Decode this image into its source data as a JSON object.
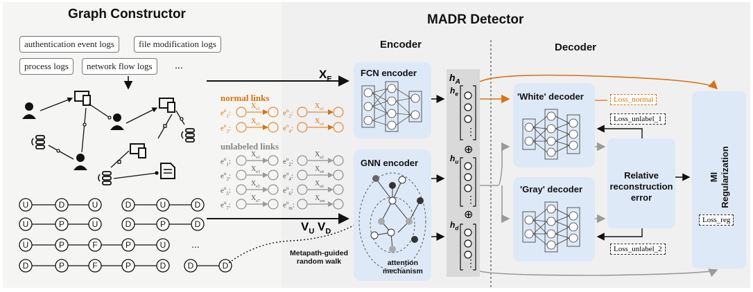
{
  "left": {
    "title": "Graph Constructor",
    "logs": [
      "authentication event logs",
      "file modification logs",
      "process logs",
      "network flow logs"
    ],
    "ellipsis": "...",
    "metapaths": [
      [
        "U",
        "D",
        "U"
      ],
      [
        "D",
        "U",
        "D"
      ],
      [
        "U",
        "P",
        "U"
      ],
      [
        "D",
        "P",
        "D"
      ],
      [
        "U",
        "P",
        "F",
        "P",
        "U"
      ],
      [
        "D",
        "P",
        "F",
        "P",
        "D"
      ],
      [
        "D",
        "D"
      ]
    ],
    "row_ellipsis": "..."
  },
  "right": {
    "title": "MADR Detector",
    "encoder_title": "Encoder",
    "decoder_title": "Decoder",
    "fcn_label": "FCN encoder",
    "gnn_label": "GNN encoder",
    "attention_label": "attention\nmechanism",
    "metapath_label": "Metapath-guided\nrandom walk",
    "xe_label": "X",
    "xe_sub": "E",
    "vu_label": "V",
    "vu_sub": "U",
    "vd_label": "V",
    "vd_sub": "D",
    "normal_links_label": "normal links",
    "unlabeled_links_label": "unlabeled links",
    "normal_rows": [
      {
        "e": "e",
        "sup": "n",
        "sub": "1",
        "x": "X",
        "xsub": "e1",
        "e2": "e",
        "e2sup": "n",
        "e2sub": "2",
        "x2sub": "e2"
      },
      {
        "e": "e",
        "sup": "n",
        "sub": "3",
        "x": "X",
        "xsub": "e3",
        "e2": "e",
        "e2sup": "n",
        "e2sub": "4",
        "x2sub": "e4"
      }
    ],
    "unlabeled_rows": [
      {
        "e": "e",
        "sup": "u",
        "sub": "1",
        "xsub": "e1",
        "e2sub": "2",
        "x2sub": "e2"
      },
      {
        "e": "e",
        "sup": "u",
        "sub": "3",
        "xsub": "e3",
        "e2sub": "4",
        "x2sub": "e4"
      },
      {
        "e": "e",
        "sup": "u",
        "sub": "5",
        "xsub": "e5",
        "e2sub": "6",
        "x2sub": "e6"
      },
      {
        "e": "e",
        "sup": "u",
        "sub": "7",
        "xsub": "e7",
        "e2sub": "m",
        "x2sub": "em"
      }
    ],
    "ha_label": "h",
    "ha_sub": "A",
    "he_label": "h",
    "he_sub": "e",
    "hu_label": "h",
    "hu_sub": "u",
    "hd_label": "h",
    "hd_sub": "d",
    "white_decoder": "'White' decoder",
    "gray_decoder": "'Gray' decoder",
    "rel_error": "Relative\nreconstruction\nerror",
    "mi_reg": "MI\nRegularization",
    "loss_normal": "Loss_normal",
    "loss_unlabel_1": "Loss_unlabel_1",
    "loss_unlabel_2": "Loss_unlabel_2",
    "loss_reg": "Loss_reg",
    "oplus": "⊕",
    "vdots": "⋮"
  },
  "colors": {
    "orange": "#d9720f",
    "blue_box": "#dde9f7",
    "gray_arrow": "#9a9a9a"
  }
}
